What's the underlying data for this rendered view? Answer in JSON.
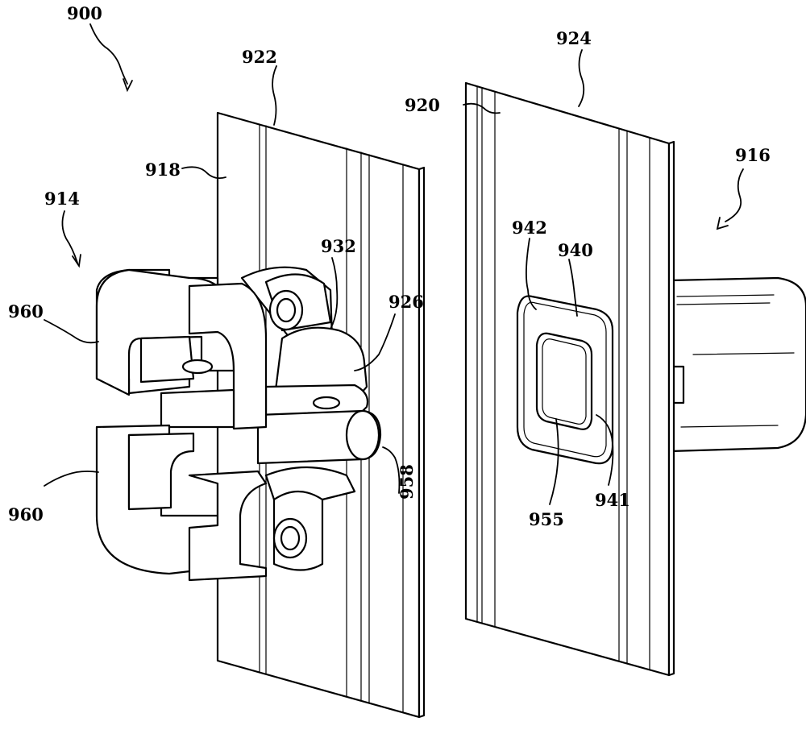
{
  "labels": {
    "assembly": "900",
    "hinge_side": "914",
    "mount_side": "916",
    "left_panel": "918",
    "right_panel": "920",
    "left_panel_top": "922",
    "right_panel_top": "924",
    "hinge_boss": "926",
    "hinge_arm": "932",
    "plate_outer": "940",
    "plate_inner": "941",
    "plate_rim": "942",
    "pivot_pin": "958",
    "recess": "955",
    "clip_upper": "960",
    "clip_lower": "960"
  }
}
